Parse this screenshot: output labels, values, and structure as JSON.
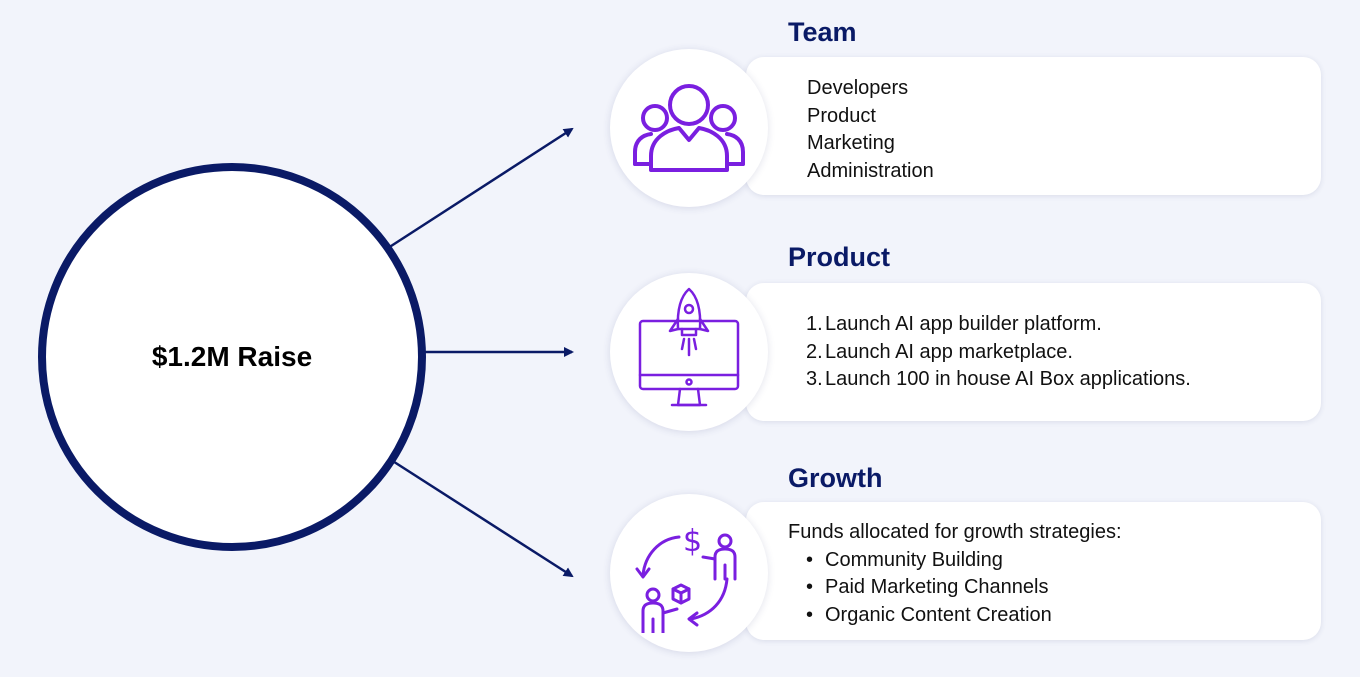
{
  "center": {
    "label": "$1.2M Raise"
  },
  "colors": {
    "navy": "#0a1a66",
    "icon_purple": "#7a1fe0",
    "background": "#f2f4fb"
  },
  "sections": [
    {
      "title": "Team",
      "icon": "team-people-icon",
      "items": [
        "Developers",
        "Product",
        "Marketing",
        "Administration"
      ]
    },
    {
      "title": "Product",
      "icon": "rocket-monitor-icon",
      "items": [
        {
          "marker": "1.",
          "text": "Launch AI app builder platform."
        },
        {
          "marker": "2.",
          "text": "Launch AI app marketplace."
        },
        {
          "marker": "3.",
          "text": "Launch 100 in house AI Box applications."
        }
      ]
    },
    {
      "title": "Growth",
      "icon": "growth-exchange-icon",
      "intro": "Funds allocated for growth strategies:",
      "bullet": "•",
      "items": [
        "Community Building",
        "Paid Marketing Channels",
        "Organic Content Creation"
      ]
    }
  ]
}
